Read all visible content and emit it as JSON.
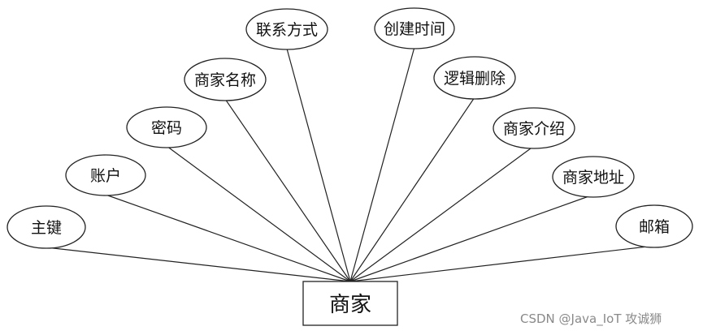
{
  "entity": {
    "label": "商家"
  },
  "attributes": [
    {
      "key": "id",
      "label": "主键"
    },
    {
      "key": "account",
      "label": "账户"
    },
    {
      "key": "password",
      "label": "密码"
    },
    {
      "key": "merchant_name",
      "label": "商家名称"
    },
    {
      "key": "contact",
      "label": "联系方式"
    },
    {
      "key": "create_time",
      "label": "创建时间"
    },
    {
      "key": "logic_delete",
      "label": "逻辑删除"
    },
    {
      "key": "intro",
      "label": "商家介绍"
    },
    {
      "key": "address",
      "label": "商家地址"
    },
    {
      "key": "email",
      "label": "邮箱"
    }
  ],
  "watermark": "CSDN @Java_IoT 攻诚狮"
}
